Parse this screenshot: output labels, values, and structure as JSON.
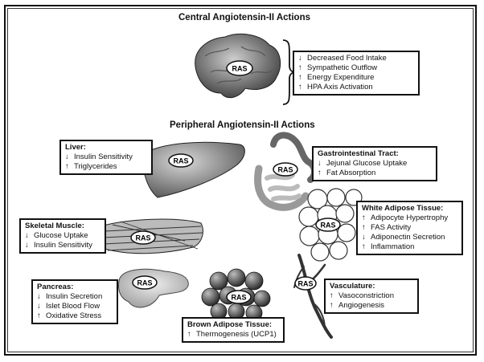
{
  "central": {
    "title": "Central Angiotensin-II Actions",
    "items": [
      {
        "arrow": "↓",
        "text": "Decreased Food Intake"
      },
      {
        "arrow": "↑",
        "text": "Sympathetic Outflow"
      },
      {
        "arrow": "↑",
        "text": "Energy Expenditure"
      },
      {
        "arrow": "↑",
        "text": "HPA Axis Activation"
      }
    ]
  },
  "peripheral": {
    "title": "Peripheral Angiotensin-II Actions"
  },
  "ras_label": "RAS",
  "liver": {
    "title": "Liver:",
    "items": [
      {
        "arrow": "↓",
        "text": "Insulin Sensitivity"
      },
      {
        "arrow": "↑",
        "text": "Triglycerides"
      }
    ]
  },
  "gi": {
    "title": "Gastrointestinal Tract:",
    "items": [
      {
        "arrow": "↓",
        "text": "Jejunal Glucose Uptake"
      },
      {
        "arrow": "↑",
        "text": "Fat Absorption"
      }
    ]
  },
  "white_adipose": {
    "title": "White Adipose Tissue:",
    "items": [
      {
        "arrow": "↑",
        "text": "Adipocyte Hypertrophy"
      },
      {
        "arrow": "↑",
        "text": "FAS Activity"
      },
      {
        "arrow": "↓",
        "text": "Adiponectin Secretion"
      },
      {
        "arrow": "↑",
        "text": "Inflammation"
      }
    ]
  },
  "skeletal_muscle": {
    "title": "Skeletal Muscle:",
    "items": [
      {
        "arrow": "↓",
        "text": "Glucose Uptake"
      },
      {
        "arrow": "↓",
        "text": "Insulin Sensitivity"
      }
    ]
  },
  "pancreas": {
    "title": "Pancreas:",
    "items": [
      {
        "arrow": "↓",
        "text": "Insulin Secretion"
      },
      {
        "arrow": "↓",
        "text": "Islet Blood Flow"
      },
      {
        "arrow": "↑",
        "text": "Oxidative Stress"
      }
    ]
  },
  "vasculature": {
    "title": "Vasculature:",
    "items": [
      {
        "arrow": "↑",
        "text": "Vasoconstriction"
      },
      {
        "arrow": "↑",
        "text": "Angiogenesis"
      }
    ]
  },
  "brown_adipose": {
    "title": "Brown Adipose Tissue:",
    "items": [
      {
        "arrow": "↑",
        "text": "Thermogenesis (UCP1)"
      }
    ]
  }
}
